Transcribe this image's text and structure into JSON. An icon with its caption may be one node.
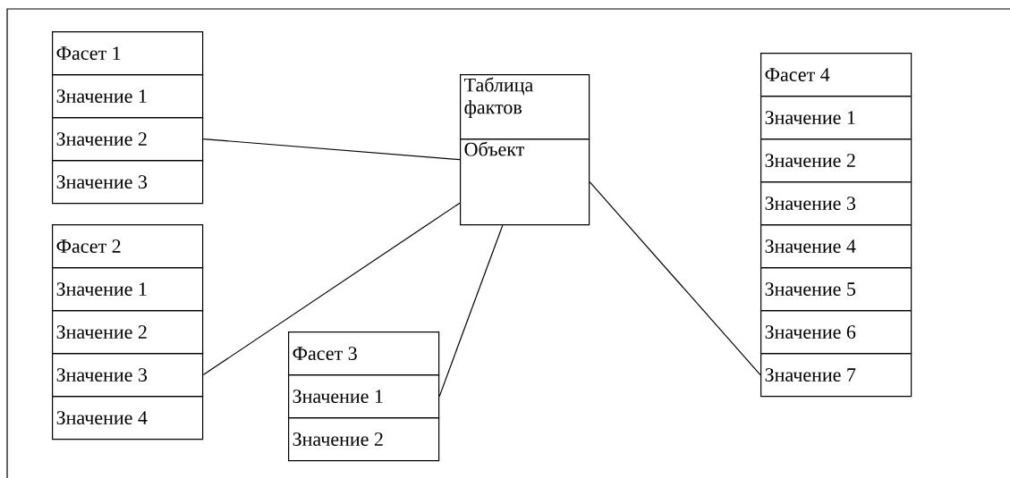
{
  "diagram": {
    "nodes": [
      {
        "text": [
          "Фасет 1"
        ]
      },
      {
        "text": [
          "Значение 1"
        ]
      },
      {
        "text": [
          "Значение 2"
        ]
      },
      {
        "text": [
          "Значение 3"
        ]
      },
      {
        "text": [
          "Фасет 2"
        ]
      },
      {
        "text": [
          "Значение 1"
        ]
      },
      {
        "text": [
          "Значение 2"
        ]
      },
      {
        "text": [
          "Значение 3"
        ]
      },
      {
        "text": [
          "Значение 4"
        ]
      },
      {
        "text": [
          "Фасет 3"
        ]
      },
      {
        "text": [
          "Значение 1"
        ]
      },
      {
        "text": [
          "Значение 2"
        ]
      },
      {
        "text": [
          "Таблица фактов"
        ]
      },
      {
        "text": [
          "Объект"
        ]
      },
      {
        "text": [
          "Фасет 4"
        ]
      },
      {
        "text": [
          "Значение 1"
        ]
      },
      {
        "text": [
          "Значение 2"
        ]
      },
      {
        "text": [
          "Значение 3"
        ]
      },
      {
        "text": [
          "Значение 4"
        ]
      },
      {
        "text": [
          "Значение 5"
        ]
      },
      {
        "text": [
          "Значение 6"
        ]
      },
      {
        "text": [
          "Значение 7"
        ]
      }
    ],
    "edges": [
      {
        "from": 2,
        "to": 13,
        "arrow": "none"
      },
      {
        "from": 7,
        "to": 13,
        "arrow": "none"
      },
      {
        "from": 10,
        "to": 13,
        "arrow": "none"
      },
      {
        "from": 13,
        "to": 21,
        "arrow": "none"
      }
    ]
  }
}
